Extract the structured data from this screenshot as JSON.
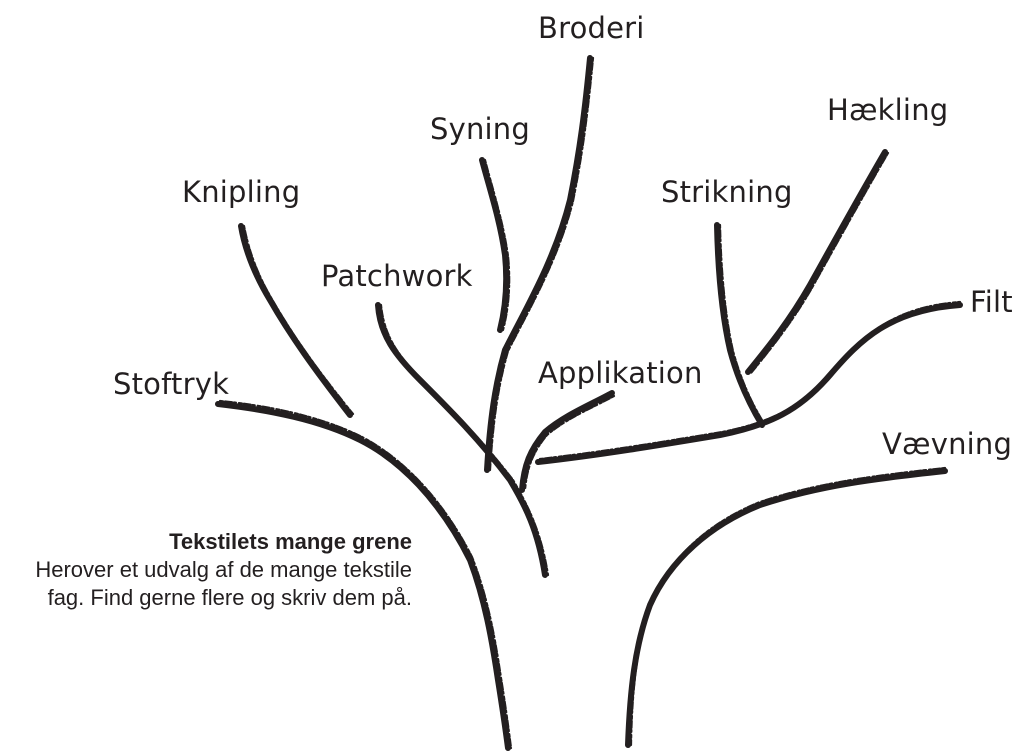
{
  "labels": {
    "broderi": "Broderi",
    "syning": "Syning",
    "haekling": "Hækling",
    "knipling": "Knipling",
    "strikning": "Strikning",
    "patchwork": "Patchwork",
    "filt": "Filt",
    "stoftryk": "Stoftryk",
    "applikation": "Applikation",
    "vaevning": "Vævning"
  },
  "caption": {
    "title": "Tekstilets mange grene",
    "body": "Herover et udvalg af de mange tekstile fag. Find gerne flere og skriv dem på."
  },
  "colors": {
    "ink": "#231f20",
    "background": "#ffffff"
  }
}
